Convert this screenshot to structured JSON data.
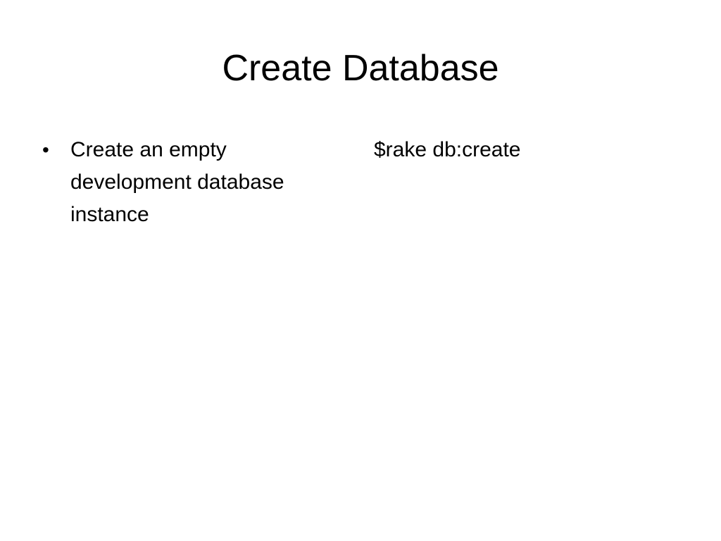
{
  "slide": {
    "title": "Create Database",
    "left_column": {
      "bullets": [
        {
          "marker": "•",
          "text": "Create an empty development database instance"
        }
      ]
    },
    "right_column": {
      "command": "$rake db:create"
    }
  }
}
